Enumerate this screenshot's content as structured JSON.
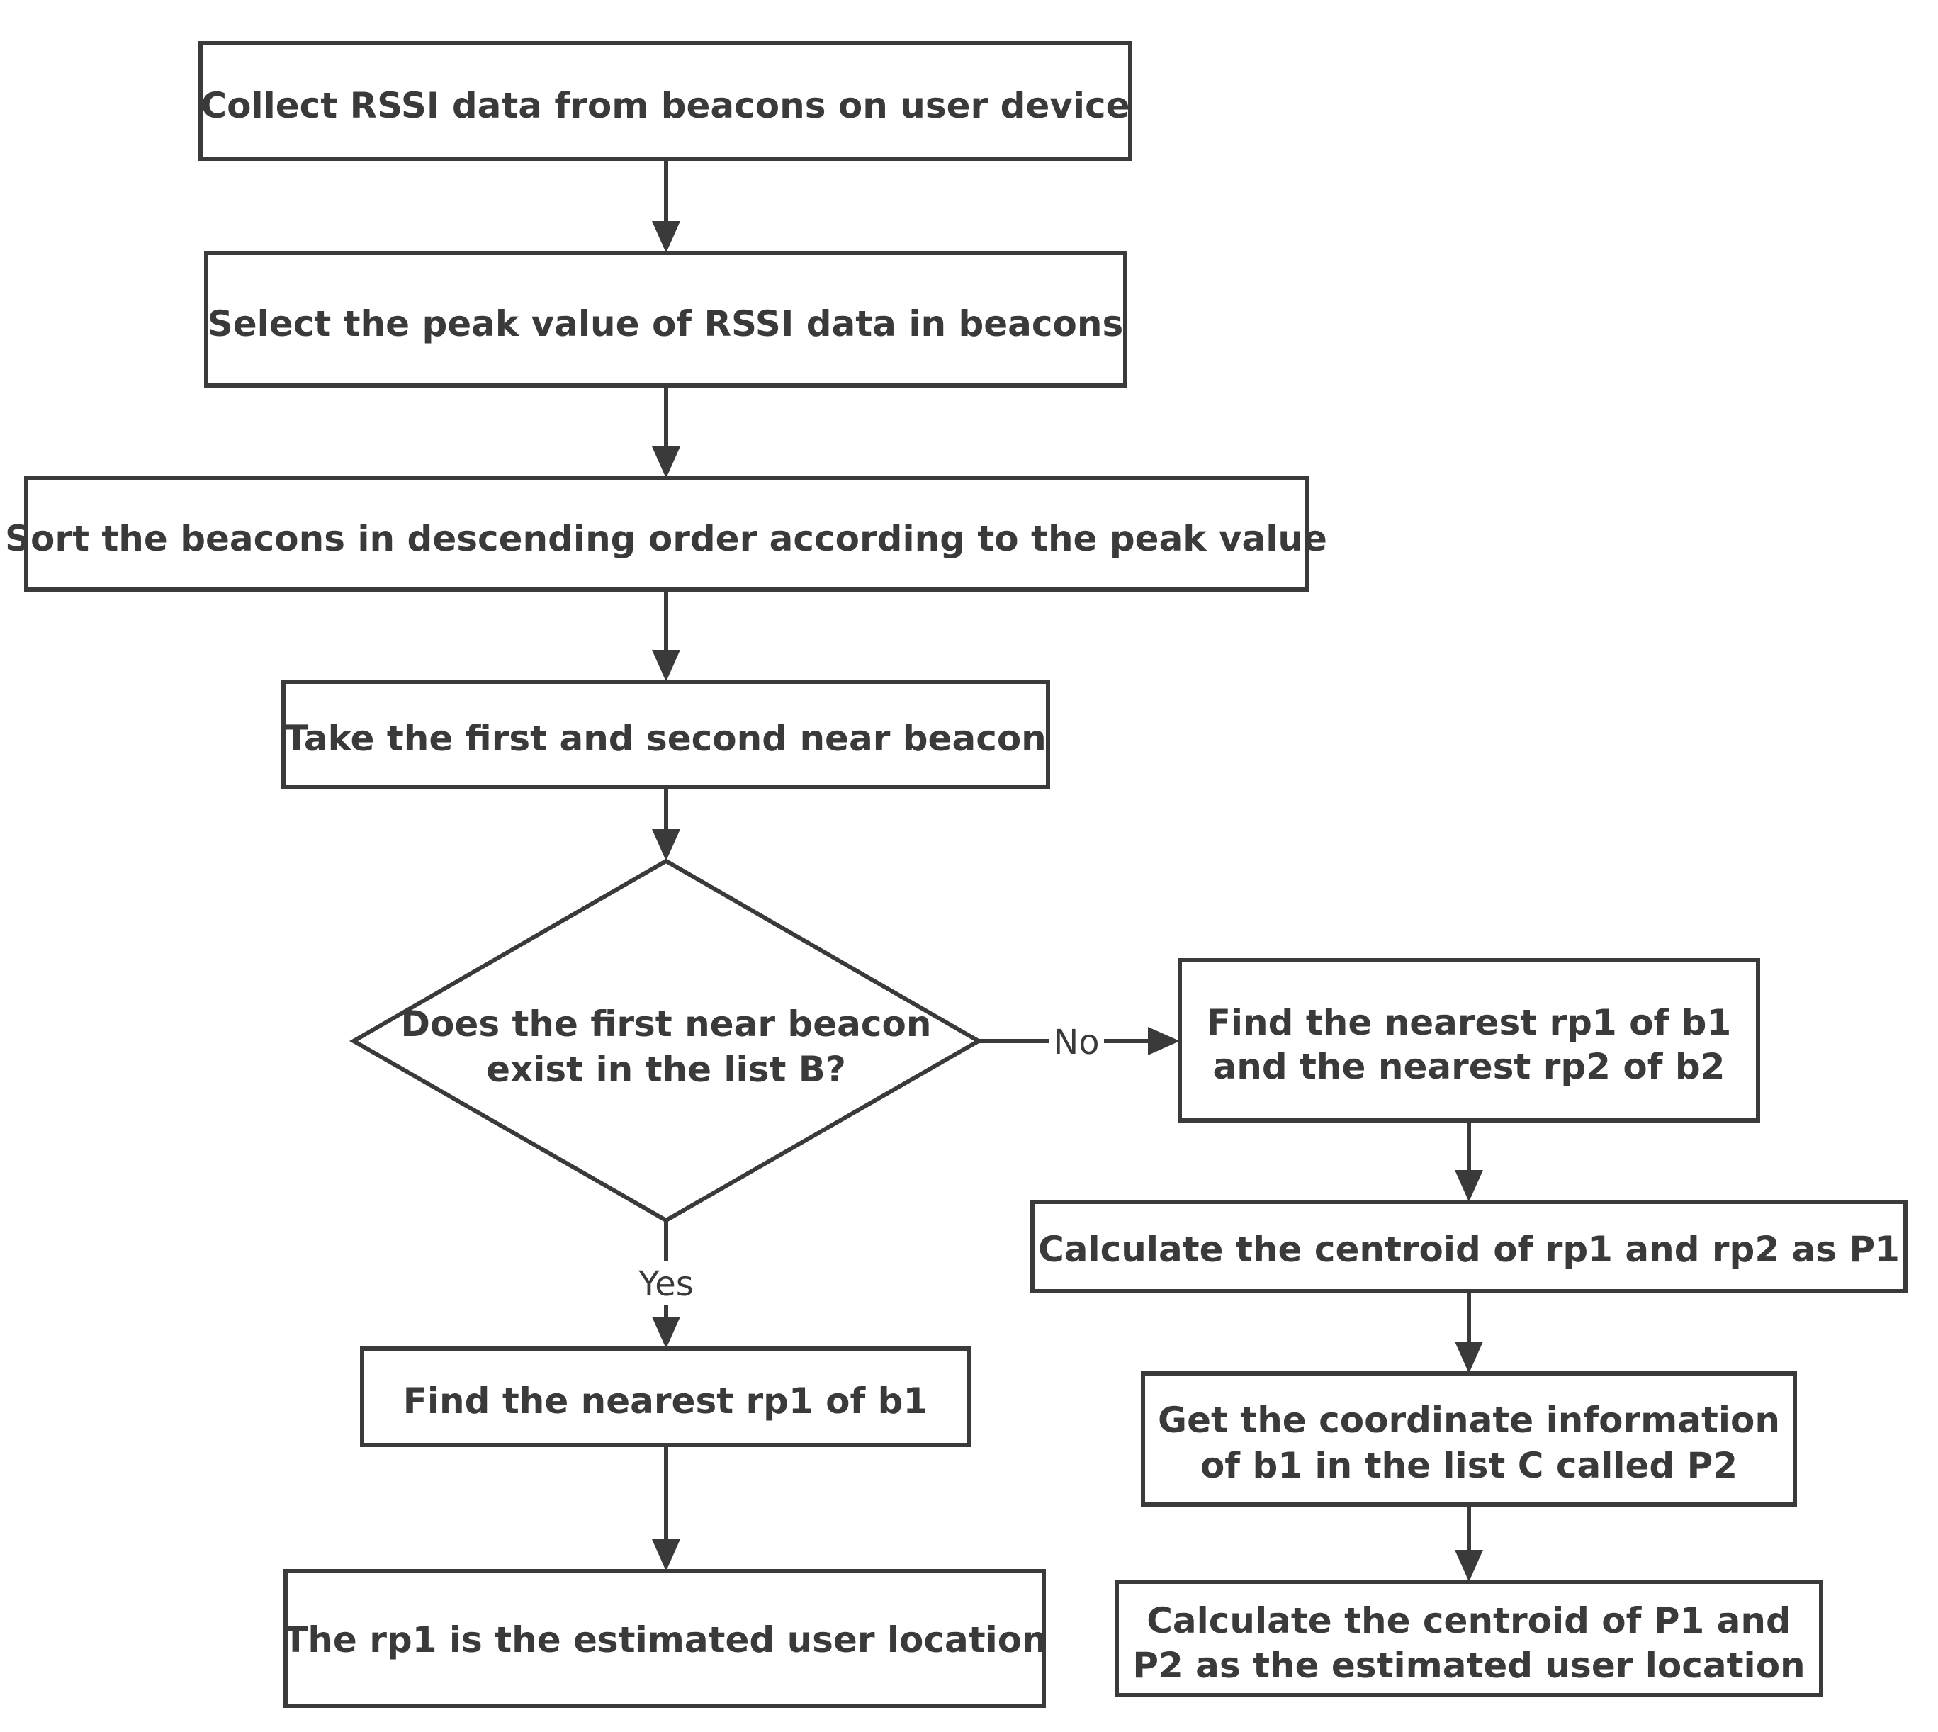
{
  "nodes": {
    "collect": {
      "lines": [
        "Collect RSSI data from beacons on user device"
      ]
    },
    "select_peak": {
      "lines": [
        "Select the peak value of RSSI data in beacons"
      ]
    },
    "sort": {
      "lines": [
        "Sort the beacons in descending order according to the peak value"
      ]
    },
    "take": {
      "lines": [
        "Take the first and second near beacon"
      ]
    },
    "decision": {
      "lines": [
        "Does the first near beacon",
        "exist in the list B?"
      ]
    },
    "find_rp1_rp2": {
      "lines": [
        "Find the nearest rp1 of b1",
        "and the nearest rp2 of b2"
      ]
    },
    "centroid_p1": {
      "lines": [
        "Calculate the centroid of rp1 and rp2 as P1"
      ]
    },
    "coord_p2": {
      "lines": [
        "Get the coordinate information",
        "of b1 in the list C called P2"
      ]
    },
    "final_centroid": {
      "lines": [
        "Calculate the centroid of P1 and",
        "P2 as the estimated user location"
      ]
    },
    "find_rp1": {
      "lines": [
        "Find the nearest rp1 of b1"
      ]
    },
    "rp1_location": {
      "lines": [
        "The rp1 is the estimated user location"
      ]
    }
  },
  "edges": {
    "no_label": "No",
    "yes_label": "Yes"
  }
}
